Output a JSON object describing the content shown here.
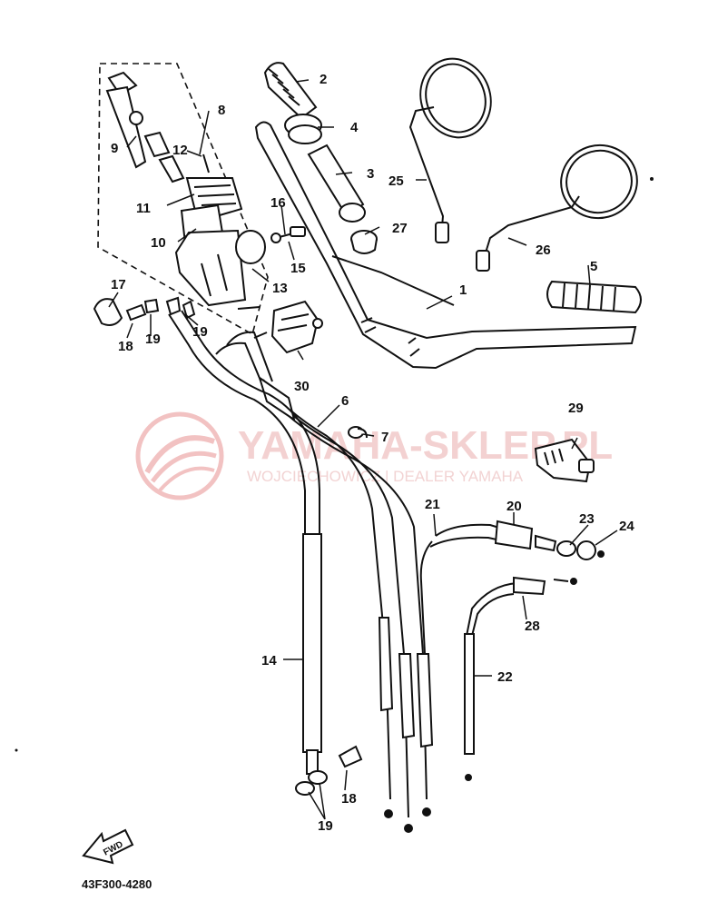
{
  "diagram_code": "43F300-4280",
  "forward_arrow_text": "FWD",
  "watermark": {
    "brand": "YAMAHA-SKLEP.PL",
    "subtitle": "WOJCIECHOWICZ | DEALER YAMAHA"
  },
  "callouts": [
    "1",
    "2",
    "3",
    "4",
    "5",
    "6",
    "7",
    "8",
    "9",
    "10",
    "11",
    "12",
    "13",
    "14",
    "15",
    "16",
    "17",
    "18",
    "18",
    "19",
    "19",
    "19",
    "20",
    "21",
    "22",
    "23",
    "24",
    "25",
    "26",
    "27",
    "28",
    "29",
    "30"
  ]
}
